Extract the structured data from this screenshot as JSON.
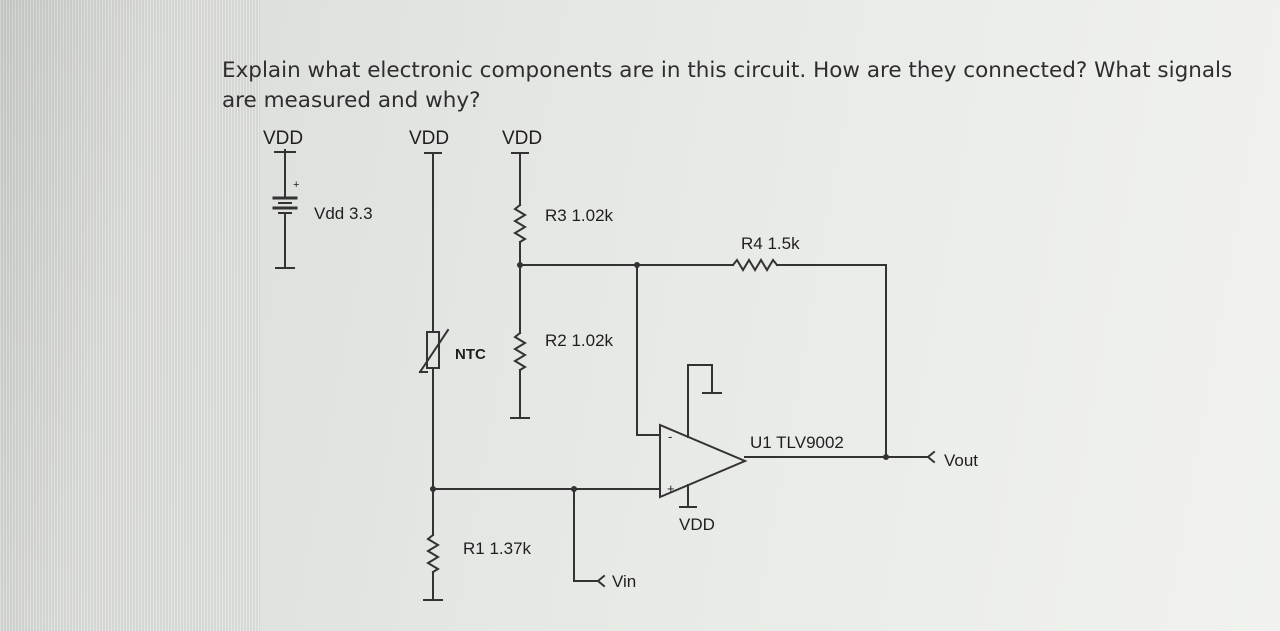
{
  "question": "Explain what electronic components are in this circuit. How are they connected? What signals are measured and why?",
  "circuit": {
    "supply_labels": [
      "VDD",
      "VDD",
      "VDD"
    ],
    "battery": {
      "label": "Vdd 3.3"
    },
    "resistors": {
      "r1": "R1 1.37k",
      "r2": "R2 1.02k",
      "r3": "R3 1.02k",
      "r4": "R4 1.5k"
    },
    "thermistor": "NTC",
    "opamp": {
      "label": "U1 TLV9002",
      "supply_label": "VDD",
      "minus": "-",
      "plus": "+"
    },
    "ports": {
      "vin": "Vin",
      "vout": "Vout"
    },
    "battery_plus": "+"
  }
}
